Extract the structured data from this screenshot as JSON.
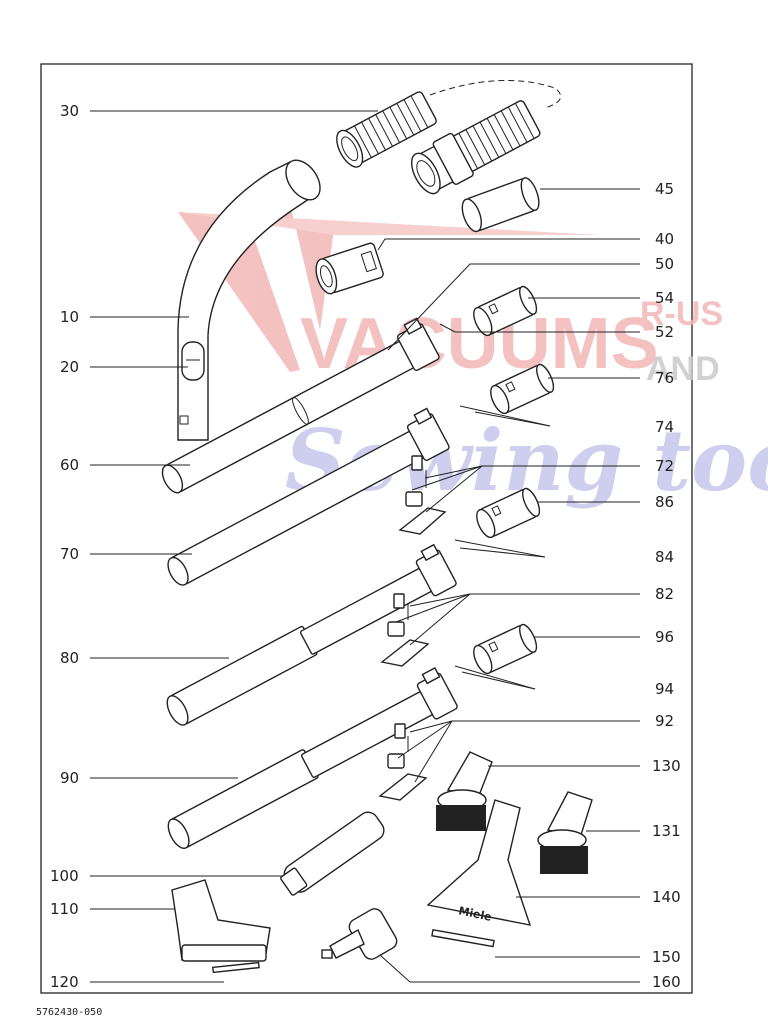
{
  "doc_number": "5762430-050",
  "watermark": {
    "word1": "VACUUMS",
    "word2": "R-US",
    "word3": "AND",
    "word4": "Sewing too",
    "colors": {
      "red": "#f3b7b7",
      "gray": "#c9c9cc",
      "blue": "#b8b8e6"
    }
  },
  "brand_mark": "Miele",
  "callouts": [
    {
      "id": "c30",
      "label": "30"
    },
    {
      "id": "c45",
      "label": "45"
    },
    {
      "id": "c40",
      "label": "40"
    },
    {
      "id": "c50",
      "label": "50"
    },
    {
      "id": "c10",
      "label": "10"
    },
    {
      "id": "c54",
      "label": "54"
    },
    {
      "id": "c52",
      "label": "52"
    },
    {
      "id": "c20",
      "label": "20"
    },
    {
      "id": "c76",
      "label": "76"
    },
    {
      "id": "c74",
      "label": "74"
    },
    {
      "id": "c60",
      "label": "60"
    },
    {
      "id": "c72",
      "label": "72"
    },
    {
      "id": "c86",
      "label": "86"
    },
    {
      "id": "c70",
      "label": "70"
    },
    {
      "id": "c84",
      "label": "84"
    },
    {
      "id": "c82",
      "label": "82"
    },
    {
      "id": "c96",
      "label": "96"
    },
    {
      "id": "c80",
      "label": "80"
    },
    {
      "id": "c94",
      "label": "94"
    },
    {
      "id": "c92",
      "label": "92"
    },
    {
      "id": "c130",
      "label": "130"
    },
    {
      "id": "c90",
      "label": "90"
    },
    {
      "id": "c131",
      "label": "131"
    },
    {
      "id": "c100",
      "label": "100"
    },
    {
      "id": "c140",
      "label": "140"
    },
    {
      "id": "c110",
      "label": "110"
    },
    {
      "id": "c150",
      "label": "150"
    },
    {
      "id": "c120",
      "label": "120"
    },
    {
      "id": "c160",
      "label": "160"
    }
  ]
}
